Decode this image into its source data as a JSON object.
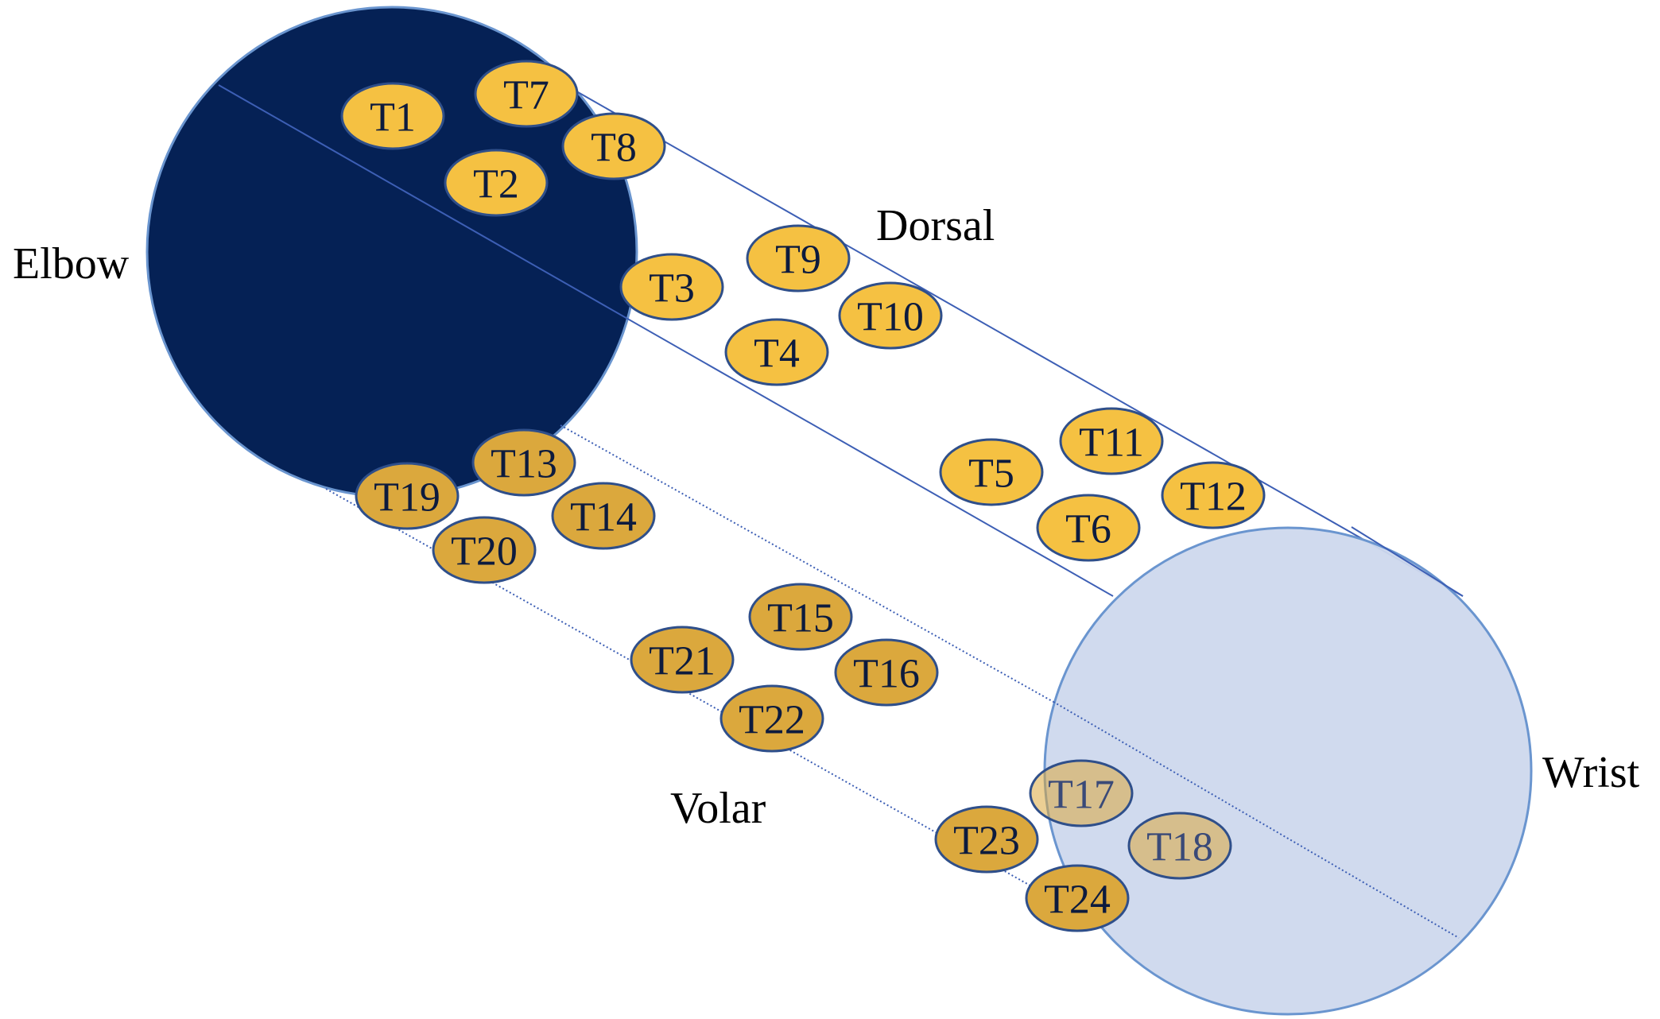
{
  "labels": {
    "elbow": "Elbow",
    "wrist": "Wrist",
    "dorsal": "Dorsal",
    "volar": "Volar"
  },
  "colors": {
    "elbow_fill": "#052155",
    "wrist_fill": "#cdd8ed",
    "circle_stroke": "#6a95cf",
    "line": "#3d5fb5",
    "dorsal_marker": "#f5c142",
    "volar_marker": "#dba83d",
    "marker_stroke": "#2f4f8a",
    "marker_text": "#0d1b3e"
  },
  "markers": {
    "dorsal": [
      "T1",
      "T2",
      "T3",
      "T4",
      "T5",
      "T6",
      "T7",
      "T8",
      "T9",
      "T10",
      "T11",
      "T12"
    ],
    "volar": [
      "T13",
      "T14",
      "T15",
      "T16",
      "T17",
      "T18",
      "T19",
      "T20",
      "T21",
      "T22",
      "T23",
      "T24"
    ]
  }
}
